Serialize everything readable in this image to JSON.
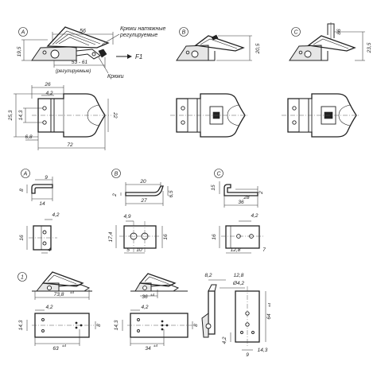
{
  "labels": {
    "variant_a": "A",
    "variant_b": "B",
    "variant_c": "C",
    "variant_1": "1",
    "hooks_tension_line1": "Крюки натяжные",
    "hooks_tension_line2": "регулируемые",
    "hooks": "Крюки",
    "adjustable": "(регулируемые)",
    "force": "F1"
  },
  "dims": {
    "top_a": {
      "length": "56",
      "height": "19,5",
      "range": "53 - 61"
    },
    "top_b": {
      "height": "20,5"
    },
    "top_c": {
      "height": "23,5",
      "angle": "86"
    },
    "plan": {
      "d26": "26",
      "d42": "4,2",
      "d253": "25,3",
      "d143": "14,3",
      "d22": "22",
      "d68": "6,8",
      "d72": "72"
    },
    "hook_a": {
      "d9": "9",
      "d8": "8",
      "d14": "14",
      "d42": "4,2",
      "d16": "16",
      "d4": "4"
    },
    "hook_b": {
      "d20": "20",
      "d2": "2",
      "d27": "27",
      "d65": "6,5",
      "d49": "4,9",
      "d174": "17,4",
      "d16": "16",
      "d5": "5",
      "d10": "10"
    },
    "hook_c": {
      "d15": "15",
      "d2": "2",
      "d28": "28",
      "d36": "36",
      "d42": "4,2",
      "d16": "16",
      "d128": "12,8",
      "d7": "7"
    },
    "bottom": {
      "d738": "73,8",
      "tol": "±4",
      "d36": "36",
      "d42a": "4,2",
      "d143a": "14,3",
      "d8a": "8",
      "d63": "63",
      "d143b": "14,3",
      "d42b": "4,2",
      "d8b": "8",
      "d34": "34",
      "d82": "8,2",
      "d128": "12,8",
      "phi42": "Ø4,2",
      "d64": "64",
      "d42c": "4,2",
      "d143c": "14,3",
      "d9": "9"
    }
  }
}
